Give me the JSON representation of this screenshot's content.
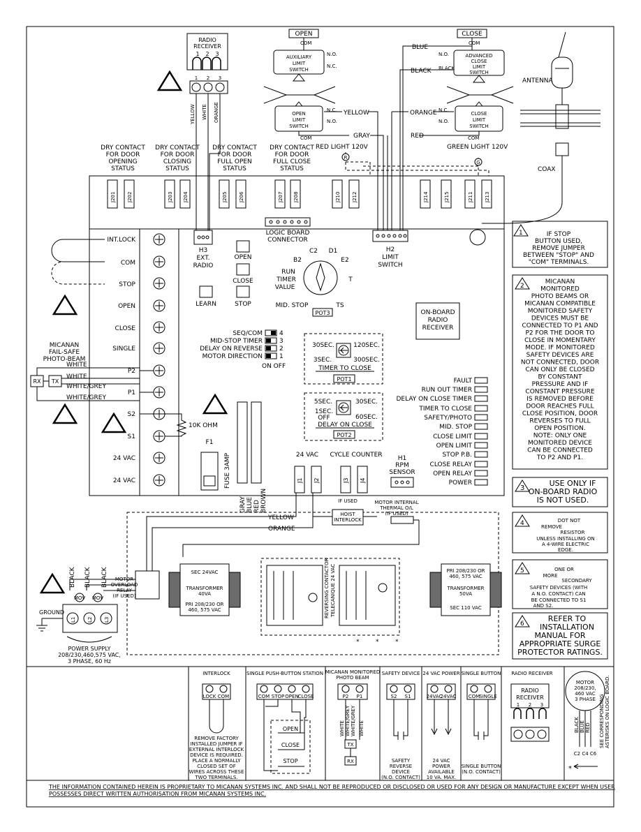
{
  "radio_receiver": {
    "title_1": "RADIO",
    "title_2": "RECEIVER",
    "pins": [
      "1",
      "2",
      "3"
    ],
    "wires": [
      "YELLOW",
      "WHITE",
      "ORANGE"
    ]
  },
  "limits": {
    "open_tag": "OPEN",
    "close_tag": "CLOSE",
    "aux_limit": [
      "AUXILIARY",
      "LIMIT",
      "SWITCH"
    ],
    "adv_limit": [
      "ADVANCED",
      "CLOSE",
      "LIMIT",
      "SWITCH"
    ],
    "open_limit": [
      "OPEN",
      "LIMIT",
      "SWITCH"
    ],
    "close_limit": [
      "CLOSE",
      "LIMIT",
      "SWITCH"
    ],
    "com": "COM",
    "no": "N.O.",
    "nc": "N.C.",
    "blue": "BLUE",
    "black": "BLACK",
    "yellow": "YELLOW",
    "orange": "ORANGE",
    "gray": "GRAY",
    "red": "RED",
    "red_light": "RED LIGHT 120V",
    "green_light": "GREEN LIGHT 120V"
  },
  "antenna": {
    "label": "ANTENNA",
    "coax": "COAX"
  },
  "dry_contacts": [
    [
      "DRY CONTACT",
      "FOR DOOR",
      "OPENING",
      "STATUS"
    ],
    [
      "DRY CONTACT",
      "FOR DOOR",
      "CLOSING",
      "STATUS"
    ],
    [
      "DRY CONTACT",
      "FOR DOOR",
      "FULL OPEN",
      "STATUS"
    ],
    [
      "DRY CONTACT",
      "FOR DOOR",
      "FULL CLOSE",
      "STATUS"
    ]
  ],
  "relay_pins": [
    "J201",
    "J202",
    "J203",
    "J204",
    "J205",
    "J206",
    "J207",
    "J208",
    "J210",
    "J212",
    "J214",
    "J215",
    "J211",
    "J213"
  ],
  "board": {
    "logic_connector": [
      "LOGIC BOARD",
      "CONNECTOR"
    ],
    "h3": [
      "H3",
      "EXT.",
      "RADIO"
    ],
    "h2": [
      "H2",
      "LIMIT",
      "SWITCH"
    ],
    "buttons": [
      "OPEN",
      "CLOSE",
      "STOP",
      "LEARN"
    ],
    "pot3_labels": {
      "c2": "C2",
      "d1": "D1",
      "b2": "B2",
      "e2": "E2",
      "t": "T",
      "run": "RUN",
      "timer": "TIMER",
      "value": "VALUE",
      "mid": "MID. STOP",
      "ts": "TS",
      "pot": "POT3"
    },
    "dip": [
      [
        "SEQ/COM",
        "4"
      ],
      [
        "MID-STOP TIMER",
        "3"
      ],
      [
        "DELAY ON REVERSE",
        "2"
      ],
      [
        "MOTOR DIRECTION",
        "1"
      ]
    ],
    "dip_onoff": "ON OFF",
    "onboard_radio": [
      "ON-BOARD",
      "RADIO",
      "RECEIVER"
    ],
    "pot1": {
      "a": "30SEC.",
      "b": "120SEC.",
      "c": "3SEC.",
      "d": "300SEC.",
      "title": "TIMER TO CLOSE",
      "pot": "POT1"
    },
    "pot2": {
      "a": "5SEC.",
      "b": "30SEC.",
      "c": "1SEC.",
      "c2": "OFF",
      "d": "60SEC.",
      "title": "DELAY ON CLOSE",
      "pot": "POT2"
    },
    "leds": [
      "FAULT",
      "RUN OUT TIMER",
      "DELAY ON CLOSE TIMER",
      "TIMER TO CLOSE",
      "SAFETY/PHOTO",
      "MID. STOP",
      "CLOSE LIMIT",
      "OPEN LIMIT",
      "STOP P.B.",
      "CLOSE RELAY",
      "OPEN RELAY",
      "POWER"
    ],
    "terminals": [
      "INT.LOCK",
      "COM",
      "STOP",
      "OPEN",
      "CLOSE",
      "SINGLE",
      "P2",
      "P1",
      "S2",
      "S1",
      "24 VAC",
      "24 VAC"
    ],
    "fuse": [
      "F1",
      "FUSE 3AMP"
    ],
    "vac": "24 VAC",
    "j1": "J1",
    "j2": "J2",
    "counter": "CYCLE COUNTER",
    "j3": "J3",
    "j4": "J4",
    "h1": [
      "H1",
      "RPM",
      "SENSOR"
    ],
    "wires": [
      "GRAY",
      "BLUE",
      "RED",
      "BROWN"
    ]
  },
  "photo_beam": {
    "title": [
      "MICANAN",
      "FAIL-SAFE",
      "PHOTO-BEAM"
    ],
    "rx": "RX",
    "tx": "TX",
    "w1": "WHITE",
    "w2": "WHITE",
    "w3": "WHITE/GREY",
    "w4": "WHITE/GREY"
  },
  "resistor": "10K OHM",
  "power": {
    "yellow": "YELLOW",
    "orange": "ORANGE",
    "interlock": [
      "IF USED",
      "HOIST",
      "INTERLOCK"
    ],
    "thermal": [
      "MOTOR INTERNAL",
      "THERMAL O/L",
      "(IF USED)"
    ],
    "black": "BLACK",
    "overload": [
      "MOTOR",
      "OVERLOAD",
      "RELAY",
      "(IF USED)"
    ],
    "transformer1": {
      "sec": "SEC 24VAC",
      "name": "TRANSFORMER",
      "va": "40VA",
      "pri": [
        "PRI 208/230 OR",
        "460, 575 VAC"
      ]
    },
    "transformer2": {
      "pri": [
        "PRI 208/230 OR",
        "460, 575 VAC"
      ],
      "name": "TRANSFORMER",
      "va": "50VA",
      "sec": "SEC 110 VAC"
    },
    "reversing": [
      "REVERSING CONTACTOR",
      "TELECANIQUE 24 VAC"
    ],
    "ground": "GROUND",
    "supply": [
      "POWER SUPPLY",
      "208/230,460,575 VAC,",
      "3 PHASE, 60 Hz"
    ],
    "mov": "MOV",
    "lines": [
      "L1",
      "L2",
      "L3"
    ]
  },
  "notes": [
    {
      "n": "1",
      "text": [
        "IF STOP",
        "BUTTON    USED,",
        "REMOVE JUMPER",
        "BETWEEN \"STOP\" AND",
        "\"COM\" TERMINALS."
      ]
    },
    {
      "n": "2",
      "text": [
        "MICANAN",
        "MONITORED",
        "PHOTO BEAMS OR",
        "MICANAN COMPATIBLE",
        "MONITORED SAFETY",
        "DEVICES MUST BE",
        "CONNECTED TO P1 AND",
        "P2 FOR THE DOOR TO",
        "CLOSE IN MOMENTARY",
        "MODE. IF MONITORED",
        "SAFETY DEVICES ARE",
        "NOT CONNECTED, DOOR",
        "CAN ONLY BE CLOSED",
        "BY CONSTANT",
        "PRESSURE    AND IF",
        "CONSTANT PRESSURE",
        "IS REMOVED BEFORE",
        "DOOR REACHES FULL",
        "CLOSE POSITION, DOOR",
        "REVERSES TO FULL",
        "OPEN POSITION.",
        "NOTE: ONLY ONE",
        "MONITORED DEVICE",
        "CAN BE CONNECTED",
        "TO P2 AND P1."
      ]
    },
    {
      "n": "3",
      "text": [
        "USE ONLY IF",
        "ON-BOARD RADIO",
        "IS NOT USED."
      ]
    },
    {
      "n": "4",
      "text": [
        "DOT NOT",
        "REMOVE",
        "RESISTOR",
        "UNLESS INSTALLING ON",
        "A 4-WIRE ELECTRIC",
        "EDGE."
      ]
    },
    {
      "n": "5",
      "text": [
        "ONE OR",
        "MORE",
        "SECONDARY",
        "SAFETY DEVICES (WITH",
        "A N.O. CONTACT) CAN",
        "BE CONNECTED TO S1",
        "AND S2."
      ]
    },
    {
      "n": "6",
      "text": [
        "REFER TO",
        "INSTALLATION",
        "MANUAL FOR",
        "APPROPRIATE SURGE",
        "PROTECTOR RATINGS."
      ]
    }
  ],
  "bottom": {
    "interlock": {
      "title": "INTERLOCK",
      "t": [
        "LOCK",
        "COM"
      ],
      "text": [
        "REMOVE FACTORY",
        "INSTALLED JUMPER IF",
        "EXTERNAL INTERLOCK",
        "DEVICE IS REQUIRED.",
        "PLACE A NORMALLY",
        "CLOSED SET OF",
        "WIRES ACROSS THESE",
        "TWO TERMINALS."
      ]
    },
    "pushbutton": {
      "title": "SINGLE PUSH-BUTTON STATION",
      "t": [
        "COM",
        "STOP",
        "OPEN",
        "CLOSE"
      ],
      "b": [
        "OPEN",
        "CLOSE",
        "STOP"
      ]
    },
    "photo": {
      "title": [
        "MICANAN MONITORED",
        "PHOTO BEAM"
      ],
      "t": [
        "P2",
        "P1"
      ],
      "w": [
        "WHITE",
        "WHITE/GREY",
        "WHITE/GREY",
        "WHITE"
      ],
      "tx": "TX",
      "rx": "RX"
    },
    "safety": {
      "title": "SAFETY DEVICE",
      "t": [
        "S2",
        "S1"
      ],
      "text": [
        "SAFETY",
        "REVERSE",
        "DEVICE",
        "(N.O. CONTACT)"
      ]
    },
    "power": {
      "title": "24 VAC POWER",
      "t": [
        "24VAC",
        "24VAC"
      ],
      "text": [
        "24 VAC",
        "POWER",
        "AVAILABLE",
        "10 VA. MAX."
      ]
    },
    "single": {
      "title": "SINGLE BUTTON",
      "t": [
        "COM",
        "SINGLE"
      ],
      "text": [
        "SINGLE BUTTON",
        "(N.O. CONTACT)"
      ]
    },
    "radio": {
      "title": "RADIO RECEIVER",
      "box": [
        "RADIO",
        "RECEIVER"
      ],
      "p": [
        "1",
        "2",
        "3"
      ]
    },
    "motor": {
      "title": [
        "MOTOR",
        "208/230,",
        "460 VAC",
        "3 PHASE"
      ],
      "w": [
        "BLACK",
        "BLUE",
        "RED"
      ],
      "c": "C2 C4 C6",
      "note": [
        "SEE CORRESPONDING",
        "ASTERISKS ON LOGIC BOARD."
      ]
    }
  },
  "footer": [
    "THE INFORMATION CONTAINED HEREIN IS PROPRIETARY TO MICANAN SYSTEMS INC. AND SHALL NOT BE REPRODUCED OR DISCLOSED OR USED FOR ANY DESIGN OR MANUFACTURE EXCEPT WHEN USER",
    "POSSESSES DIRECT WRITTEN AUTHORISATION FROM MICANAN SYSTEMS INC."
  ]
}
